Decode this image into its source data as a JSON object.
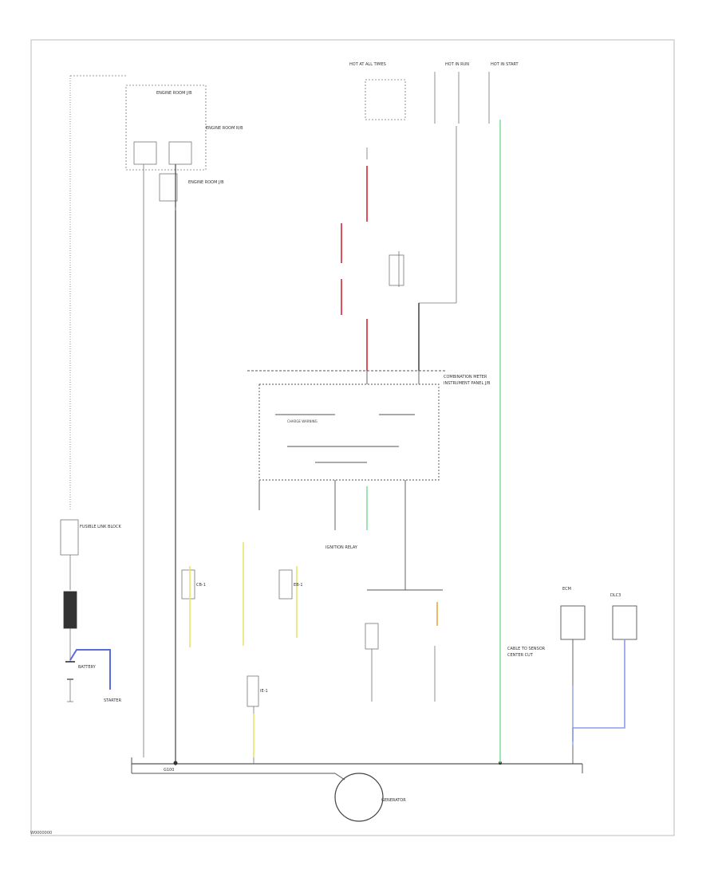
{
  "diagram": {
    "figure_code": "W0000000",
    "labels": {
      "left_relay_1": "ENGINE ROOM J/B",
      "left_relay_2": "ENGINE ROOM R/B",
      "left_fuse": "ENGINE ROOM J/B",
      "fusible_link": "FUSIBLE LINK BLOCK",
      "battery": "BATTERY",
      "starter": "STARTER",
      "generator": "GENERATOR",
      "ground_bottom": "G100",
      "top_conn_1": "HOT AT ALL TIMES",
      "top_conn_2": "HOT IN RUN",
      "top_conn_3": "HOT IN START",
      "combination_meter": "COMBINATION METER",
      "instrument_panel_jb": "INSTRUMENT PANEL J/B",
      "charge_warning": "CHARGE WARNING",
      "ecm": "ECM",
      "dlc": "DLC3",
      "ignition_relay": "IGNITION RELAY",
      "cb1": "CB-1",
      "eb1": "EB-1",
      "ie1": "IE-1",
      "cable_to_sensor": "CABLE TO SENSOR",
      "cent_cut": "CENTER CUT"
    }
  }
}
